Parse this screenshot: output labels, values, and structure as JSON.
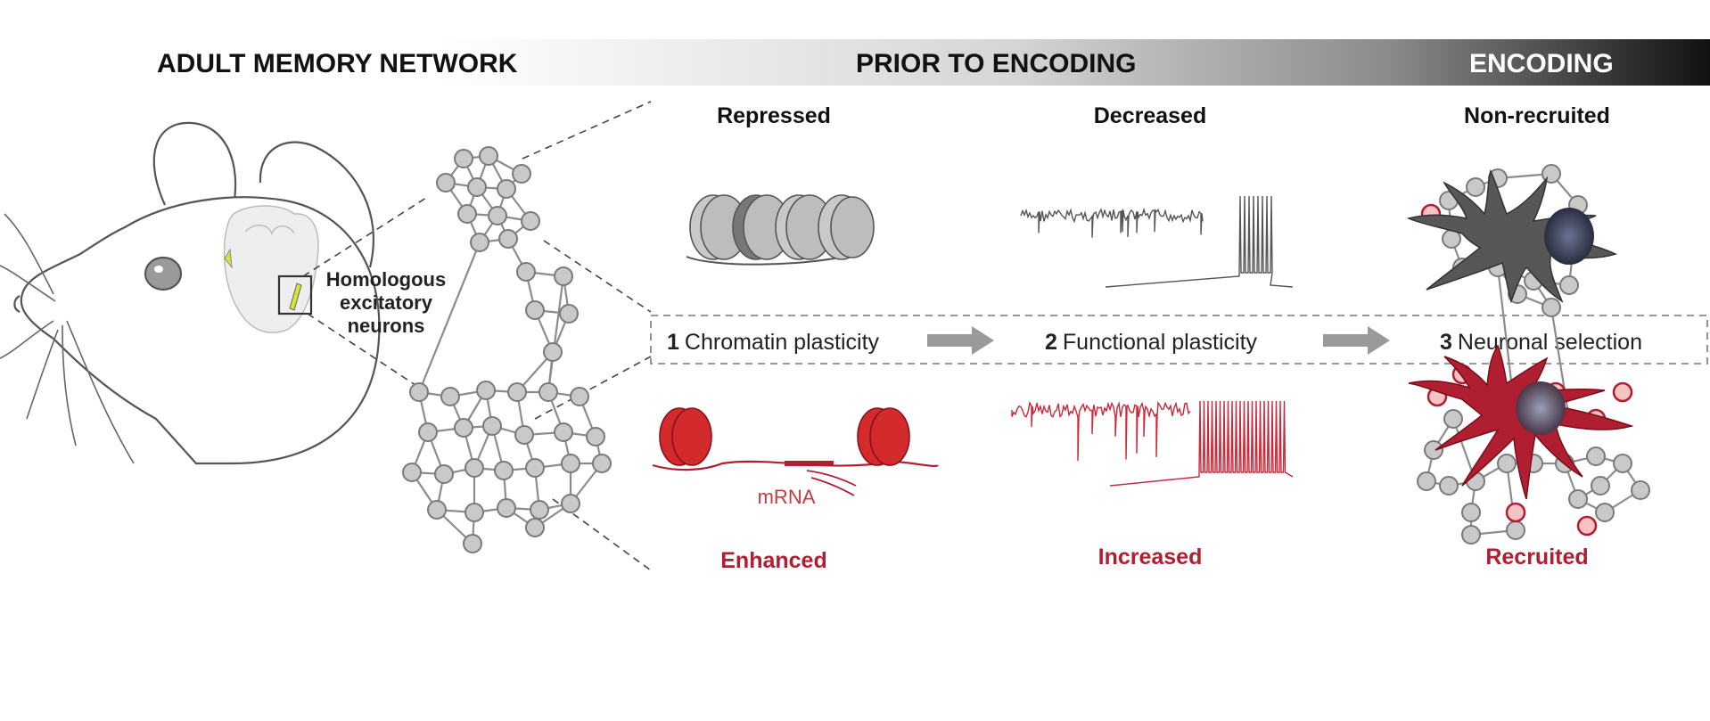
{
  "headers": {
    "adult_memory_network": "ADULT MEMORY NETWORK",
    "prior_to_encoding": "PRIOR TO ENCODING",
    "encoding": "ENCODING"
  },
  "labels": {
    "repressed": "Repressed",
    "decreased": "Decreased",
    "non_recruited": "Non-recruited",
    "enhanced": "Enhanced",
    "increased": "Increased",
    "recruited": "Recruited",
    "mrna": "mRNA",
    "homologous_line1": "Homologous",
    "homologous_line2": "excitatory",
    "homologous_line3": "neurons"
  },
  "steps": [
    {
      "num": "1",
      "text": "Chromatin plasticity"
    },
    {
      "num": "2",
      "text": "Functional plasticity"
    },
    {
      "num": "3",
      "text": "Neuronal selection"
    }
  ],
  "colors": {
    "accent_red": "#b01f31",
    "bright_red": "#d32b2b",
    "dark_gray": "#555555",
    "node_gray": "#c9c9c9",
    "text_dark": "#222222"
  }
}
